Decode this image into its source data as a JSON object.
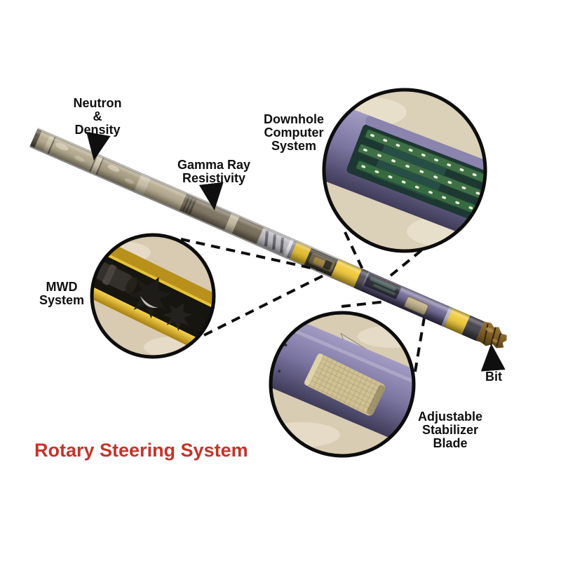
{
  "diagram": {
    "title": {
      "text": "Rotary Steering System",
      "color": "#c5342a"
    },
    "labels": {
      "neutron_density": [
        "Neutron",
        "&",
        "Density"
      ],
      "gamma_ray_resistivity": [
        "Gamma Ray",
        "Resistivity"
      ],
      "downhole_computer": [
        "Downhole",
        "Computer",
        "System"
      ],
      "mwd_system": [
        "MWD",
        "System"
      ],
      "adjustable_stabilizer": [
        "Adjustable",
        "Stabilizer",
        "Blade"
      ],
      "bit": [
        "Bit"
      ]
    },
    "callouts": [
      {
        "id": "downhole-computer-callout",
        "shows": "circuit-boards-inside-housing"
      },
      {
        "id": "mwd-callout",
        "shows": "turbine-rotor-in-gold-housing"
      },
      {
        "id": "stabilizer-callout",
        "shows": "mesh-blade-on-purple-housing"
      }
    ],
    "colors": {
      "label_text": "#0f0f0f",
      "callout_border": "#0d0d0d",
      "pipe_tan": "#b3a88c",
      "pipe_olive": "#7d7260",
      "chrome": "#b9b9bf",
      "yellow_band": "#f1ca37",
      "purple_housing": "#6b6590",
      "cutaway_dark": "#25232e",
      "circuit_green": "#3f6f46",
      "gold_tube": "#d9a82a",
      "blade_khaki": "#cfc193",
      "bit_brown": "#82602a",
      "inset_background": "#d9cdb5"
    }
  }
}
